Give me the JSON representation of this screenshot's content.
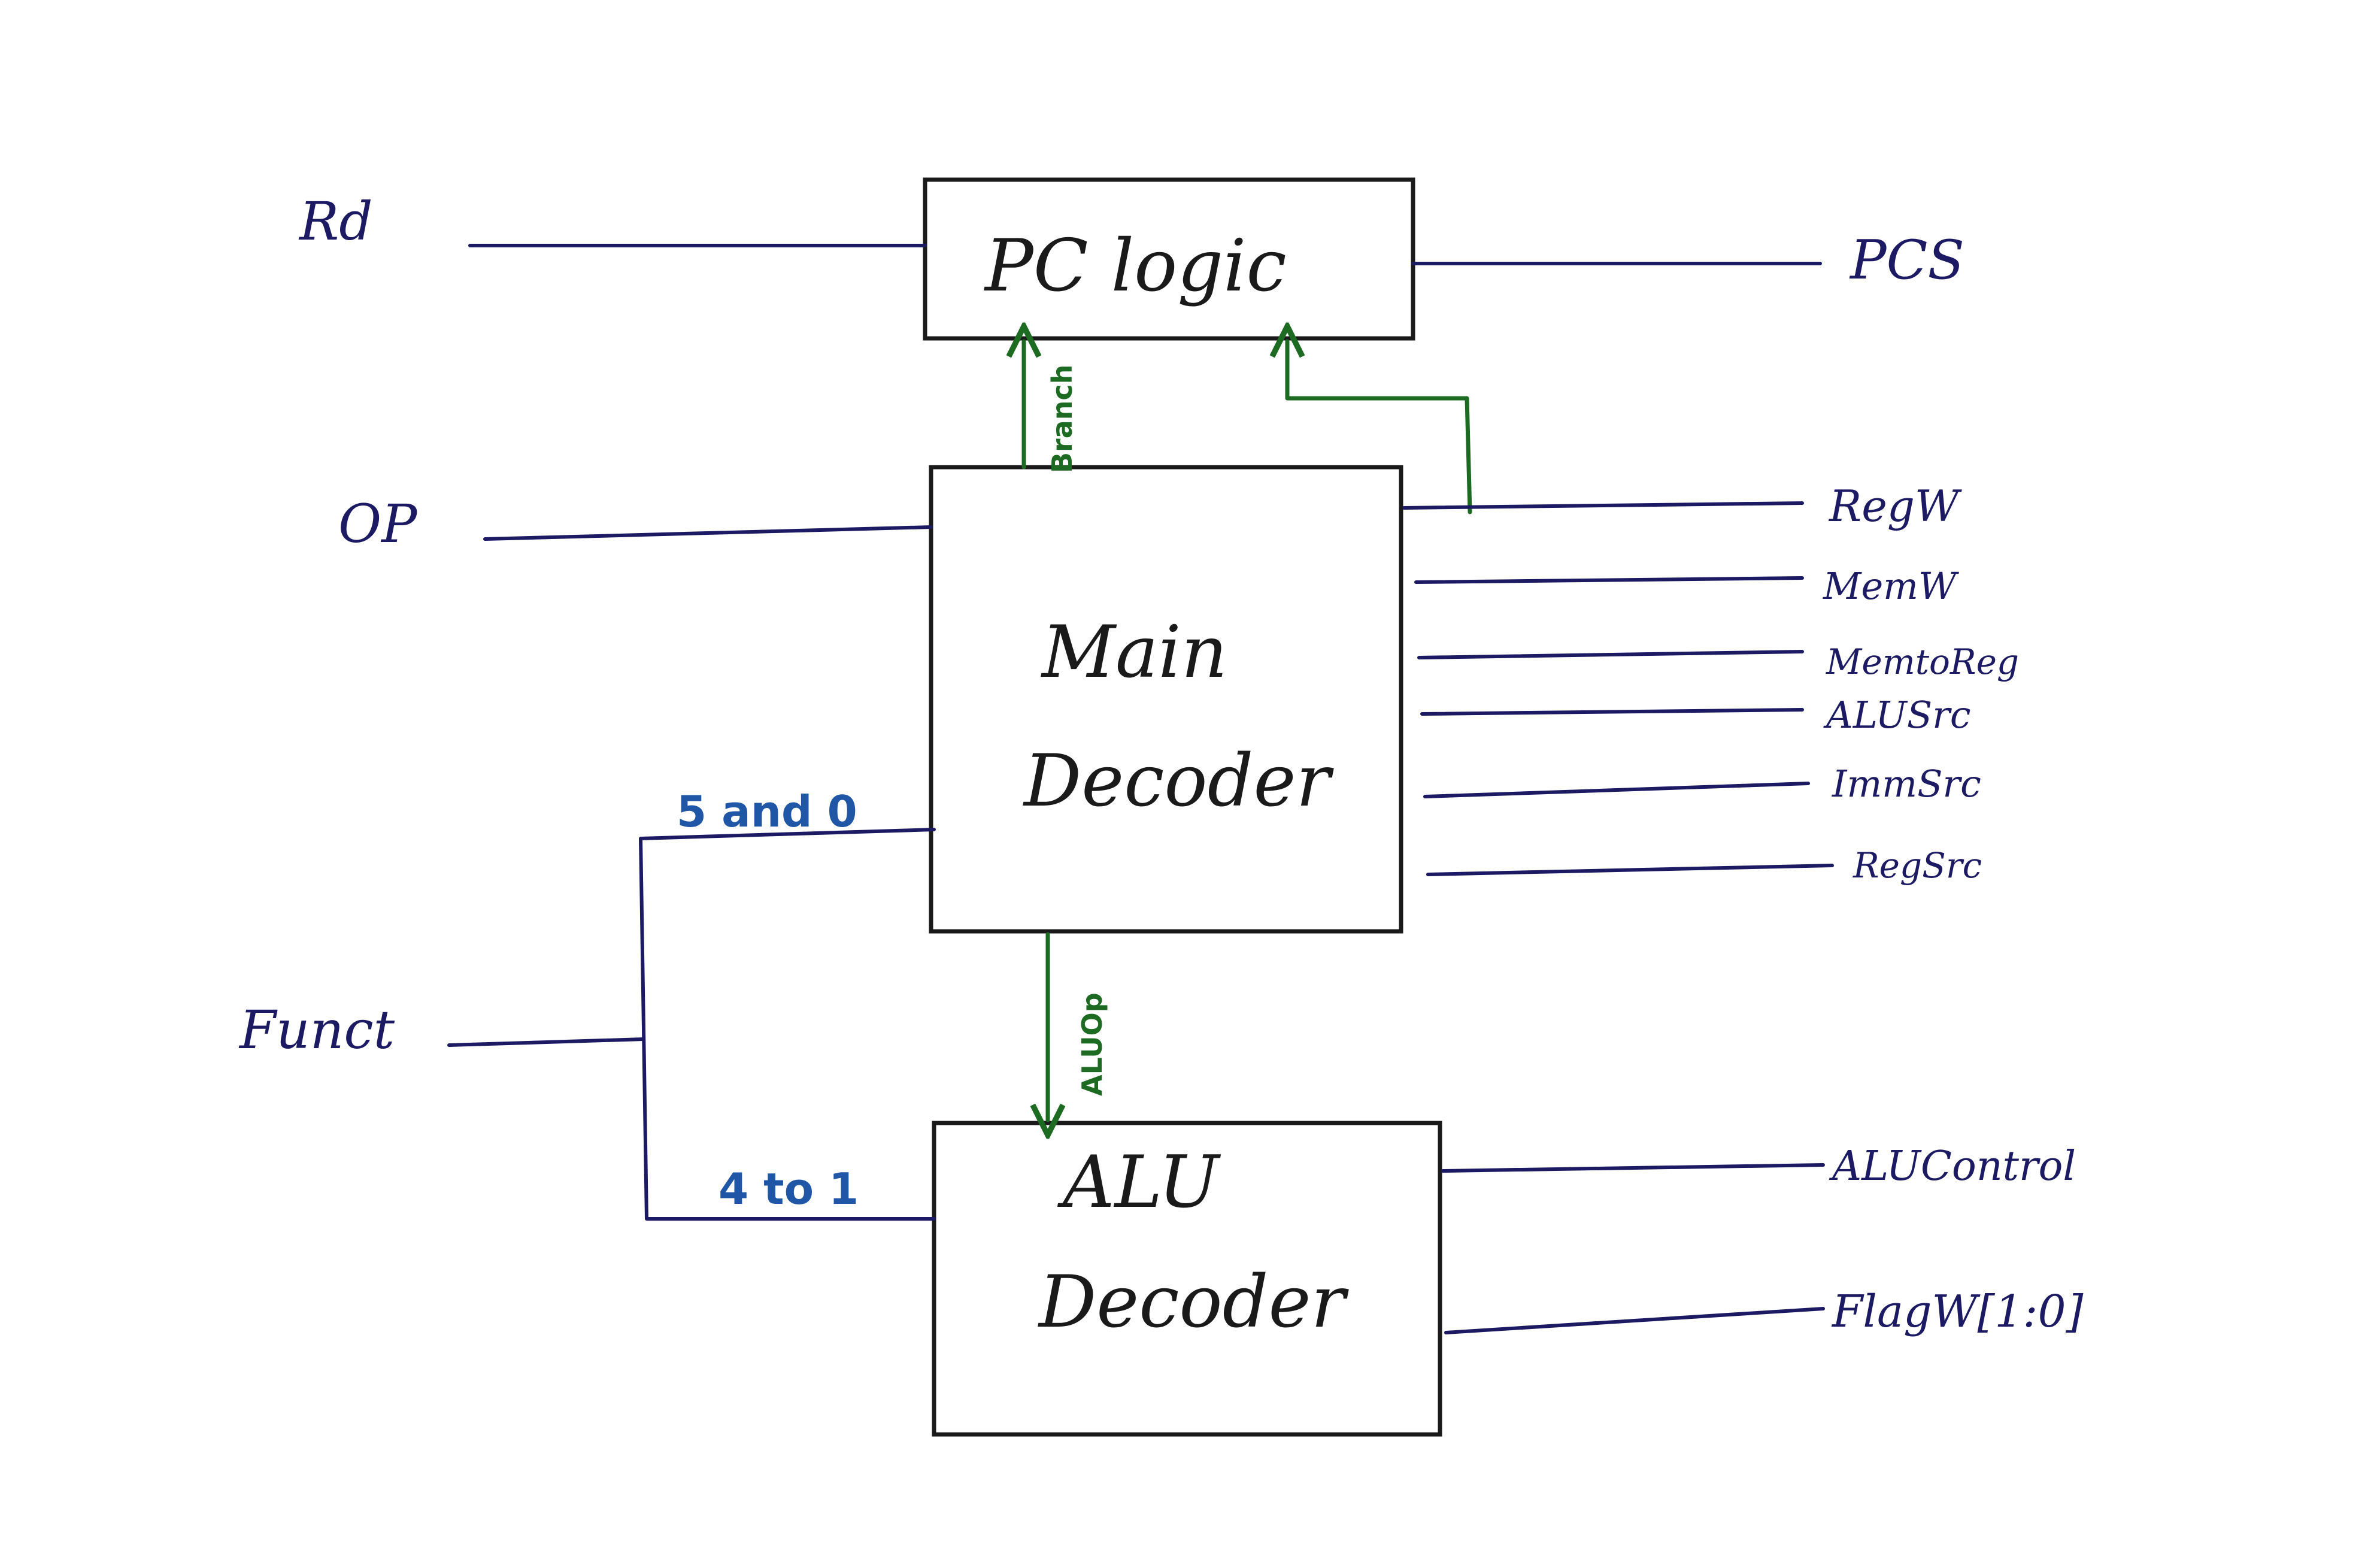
{
  "inputs": {
    "rd": "Rd",
    "op": "OP",
    "funct": "Funct"
  },
  "blocks": {
    "pc_logic": "PC logic",
    "main_decoder": {
      "line1": "Main",
      "line2": "Decoder"
    },
    "alu_decoder": {
      "line1": "ALU",
      "line2": "Decoder"
    }
  },
  "bit_ranges": {
    "upper": "5 and 0",
    "lower": "4 to 1"
  },
  "internal_signals": {
    "branch": "Branch",
    "aluop": "ALUOp"
  },
  "outputs": {
    "pcs": "PCS",
    "regw": "RegW",
    "memw": "MemW",
    "memtoreg": "MemtoReg",
    "alusrc": "ALUSrc",
    "immsrc": "ImmSrc",
    "regsrc": "RegSrc",
    "alucontrol": "ALUControl",
    "flagw": "FlagW[1:0]"
  },
  "colors": {
    "wire": "#1c1a63",
    "control": "#1d6b22",
    "bits": "#1f56a6",
    "box": "#1a1a1a"
  }
}
